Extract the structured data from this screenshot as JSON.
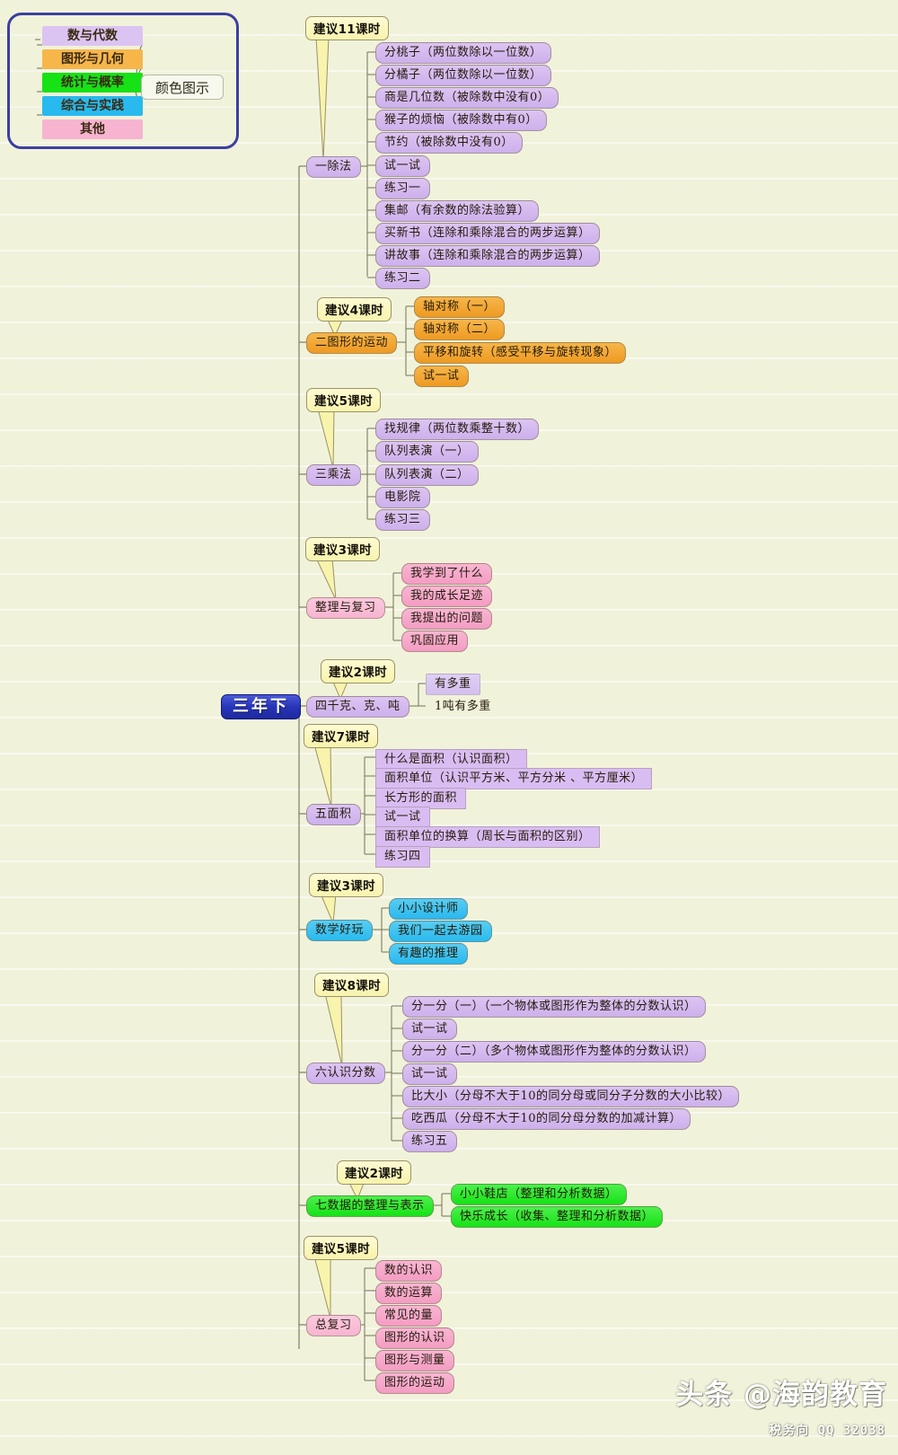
{
  "legend": {
    "title": "颜色图示",
    "items": [
      {
        "label": "数与代数",
        "color": "#dcc4f2",
        "key": "purple"
      },
      {
        "label": "图形与几何",
        "color": "#f6b64a",
        "key": "orange"
      },
      {
        "label": "统计与概率",
        "color": "#16e216",
        "key": "green"
      },
      {
        "label": "综合与实践",
        "color": "#28b9ee",
        "key": "cyan"
      },
      {
        "label": "其他",
        "color": "#f7b4d0",
        "key": "pink"
      }
    ]
  },
  "root": {
    "label": "三年下",
    "color": "#2735b8"
  },
  "branches": [
    {
      "label": "一除法",
      "color_key": "purple",
      "hours_badge": "建议11课时",
      "children": [
        "分桃子（两位数除以一位数）",
        "分橘子（两位数除以一位数）",
        "商是几位数（被除数中没有0）",
        "猴子的烦恼（被除数中有0）",
        "节约（被除数中没有0）",
        "试一试",
        "练习一",
        "集邮（有余数的除法验算）",
        "买新书（连除和乘除混合的两步运算）",
        "讲故事（连除和乘除混合的两步运算）",
        "练习二"
      ]
    },
    {
      "label": "二图形的运动",
      "color_key": "orange",
      "hours_badge": "建议4课时",
      "children": [
        "轴对称（一）",
        "轴对称（二）",
        "平移和旋转（感受平移与旋转现象）",
        "试一试"
      ]
    },
    {
      "label": "三乘法",
      "color_key": "purple",
      "hours_badge": "建议5课时",
      "children": [
        "找规律（两位数乘整十数）",
        "队列表演（一）",
        "队列表演（二）",
        "电影院",
        "练习三"
      ]
    },
    {
      "label": "整理与复习",
      "color_key": "pink",
      "hours_badge": "建议3课时",
      "children": [
        "我学到了什么",
        "我的成长足迹",
        "我提出的问题",
        "巩固应用"
      ]
    },
    {
      "label": "四千克、克、吨",
      "color_key": "purple",
      "hours_badge": "建议2课时",
      "children": [
        "有多重",
        "1吨有多重"
      ]
    },
    {
      "label": "五面积",
      "color_key": "purple",
      "hours_badge": "建议7课时",
      "children": [
        "什么是面积（认识面积）",
        "面积单位（认识平方米、平方分米 、平方厘米）",
        "长方形的面积",
        "试一试",
        "面积单位的换算（周长与面积的区别）",
        "练习四"
      ]
    },
    {
      "label": "数学好玩",
      "color_key": "cyan",
      "hours_badge": "建议3课时",
      "children": [
        "小小设计师",
        "我们一起去游园",
        "有趣的推理"
      ]
    },
    {
      "label": "六认识分数",
      "color_key": "purple",
      "hours_badge": "建议8课时",
      "children": [
        "分一分（一）（一个物体或图形作为整体的分数认识）",
        "试一试",
        "分一分（二）（多个物体或图形作为整体的分数认识）",
        "试一试",
        "比大小（分母不大于10的同分母或同分子分数的大小比较）",
        "吃西瓜（分母不大于10的同分母分数的加减计算）",
        "练习五"
      ]
    },
    {
      "label": "七数据的整理与表示",
      "color_key": "green",
      "hours_badge": "建议2课时",
      "children": [
        "小小鞋店（整理和分析数据）",
        "快乐成长（收集、整理和分析数据）"
      ]
    },
    {
      "label": "总复习",
      "color_key": "pink",
      "hours_badge": "建议5课时",
      "children": [
        "数的认识",
        "数的运算",
        "常见的量",
        "图形的认识",
        "图形与测量",
        "图形的运动"
      ]
    }
  ],
  "watermark": {
    "main": "头条 @海韵教育",
    "sub": "税务向 QQ 32038"
  }
}
